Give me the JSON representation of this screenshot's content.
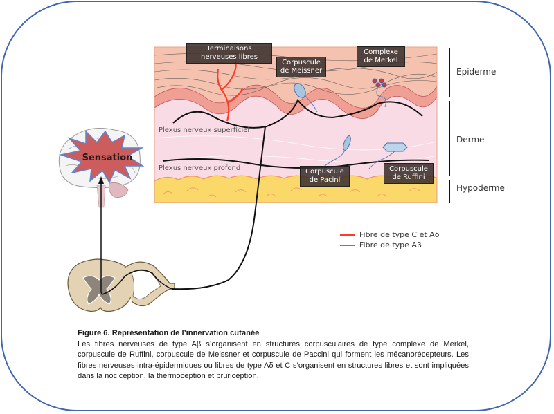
{
  "diagram": {
    "labels": {
      "terminaisons": "Terminaisons nerveuses libres",
      "meissner": "Corpuscule de Meissner",
      "merkel": "Complexe de Merkel",
      "pacini": "Corpuscule de Pacini",
      "ruffini": "Corpuscule de Ruffini",
      "plexus_superficiel": "Plexus nerveux superficiel",
      "plexus_profond": "Plexus nerveux profond",
      "sensation": "Sensation"
    },
    "layers": {
      "epiderme": "Epiderme",
      "derme": "Derme",
      "hypoderme": "Hypoderme"
    },
    "legend": [
      {
        "label": "Fibre de type C et Aδ",
        "color": "#ff3b2a"
      },
      {
        "label": "Fibre de type Aβ",
        "color": "#5b7fbf"
      }
    ],
    "colors": {
      "frame": "#3f66ae",
      "epidermis": "#f5c2b0",
      "dermis": "#f9dbe6",
      "hypodermis": "#fbd86a",
      "nerve": "#111111"
    }
  },
  "caption": {
    "title": "Figure 6. Représentation de l’innervation cutanée",
    "body": "Les fibres nerveuses de type Aβ s’organisent en structures corpusculaires de type complexe de Merkel, corpuscule de Ruffini, corpuscule de Meissner et corpuscule de Paccini qui forment les mécanorécepteurs. Les fibres nerveuses intra-épidermiques ou libres de type Aδ et C s’organisent en structures libres et sont impliquées dans la nociception, la thermoception et pruriception."
  }
}
